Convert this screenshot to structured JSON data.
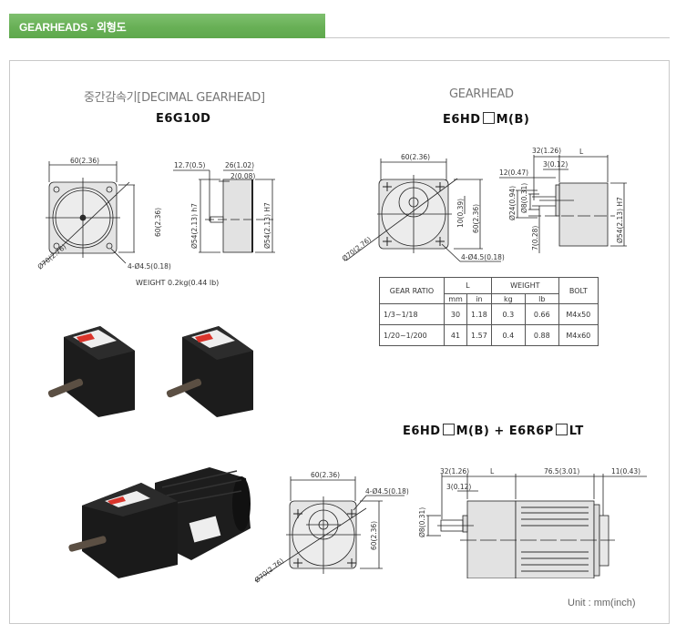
{
  "header": {
    "title": "GEARHEADS - 외형도",
    "accent_color": "#68b056"
  },
  "left": {
    "subtitle": "중간감속기[DECIMAL GEARHEAD]",
    "model": "E6G10D",
    "front_view": {
      "width_dim": "60(2.36)",
      "height_dim": "60(2.36)",
      "diag_dim": "Ø70(2.76)",
      "hole_dim": "4-Ø4.5(0.18)"
    },
    "side_view": {
      "dim_a": "12.7(0.5)",
      "dim_b": "26(1.02)",
      "dim_c": "2(0.08)",
      "dia_left": "Ø54(2.13) h7",
      "dia_right": "Ø54(2.13) H7"
    },
    "weight": "WEIGHT 0.2kg(0.44 lb)"
  },
  "right": {
    "subtitle": "GEARHEAD",
    "model_prefix": "E6HD",
    "model_suffix": "M(B)",
    "front_view": {
      "width_dim": "60(2.36)",
      "height_dim": "60(2.36)",
      "offset_dim": "10(0.39)",
      "diag_dim": "Ø70(2.76)",
      "hole_dim": "4-Ø4.5(0.18)"
    },
    "side_view": {
      "dim_a": "32(1.26)",
      "dim_l": "L",
      "dim_b": "3(0.12)",
      "dim_c": "12(0.47)",
      "dia_a": "Ø24(0.94)",
      "dia_b": "Ø8(0.31)",
      "dim_d": "7(0.28)",
      "dia_right": "Ø54(2.13) H7"
    },
    "table": {
      "headers": {
        "ratio": "GEAR RATIO",
        "l": "L",
        "weight": "WEIGHT",
        "bolt": "BOLT",
        "mm": "mm",
        "in": "in",
        "kg": "kg",
        "lb": "lb"
      },
      "rows": [
        {
          "ratio": "1/3~1/18",
          "mm": "30",
          "in": "1.18",
          "kg": "0.3",
          "lb": "0.66",
          "bolt": "M4x50"
        },
        {
          "ratio": "1/20~1/200",
          "mm": "41",
          "in": "1.57",
          "kg": "0.4",
          "lb": "0.88",
          "bolt": "M4x60"
        }
      ]
    }
  },
  "bottom": {
    "model_a": "E6HD",
    "model_b": "M(B) + E6R6P",
    "model_c": "LT",
    "front_view": {
      "width_dim": "60(2.36)",
      "hole_dim": "4-Ø4.5(0.18)",
      "height_dim": "60(2.36)",
      "diag_dim": "Ø70(2.76)"
    },
    "side_view": {
      "dim_a": "32(1.26)",
      "dim_l": "L",
      "dim_motor": "76.5(3.01)",
      "dim_end": "11(0.43)",
      "dim_b": "3(0.12)",
      "dia": "Ø8(0.31)"
    }
  },
  "unit": "Unit : mm(inch)"
}
